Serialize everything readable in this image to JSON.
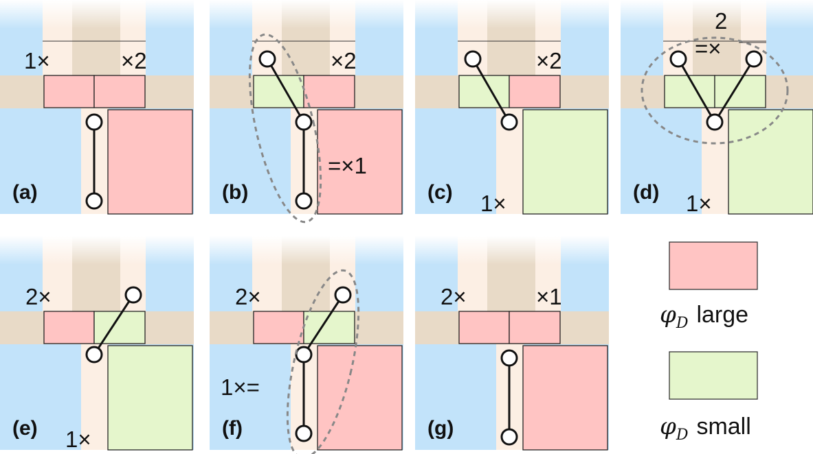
{
  "colors": {
    "blue_region": "#c2e3fa",
    "tan_band": "#e8dac7",
    "pale_column": "#fcefe4",
    "large_fill": "#ffc4c3",
    "small_fill": "#e5f6cc",
    "outline": "#222222",
    "dashed_ellipse": "#888888"
  },
  "panels": [
    {
      "label": "(a)",
      "cells": [
        "large",
        "large"
      ],
      "big_block": "large",
      "links": "vertical",
      "ellipse": null,
      "marks": {
        "top_left": "1×",
        "top_right": "×2",
        "bottom": "",
        "side": "",
        "top_center": ""
      }
    },
    {
      "label": "(b)",
      "cells": [
        "small",
        "large"
      ],
      "big_block": "large",
      "links": "left-plus-vertical",
      "ellipse": "left",
      "marks": {
        "top_left": "",
        "top_right": "×2",
        "bottom": "",
        "side": "=×1",
        "top_center": ""
      }
    },
    {
      "label": "(c)",
      "cells": [
        "small",
        "large"
      ],
      "big_block": "small",
      "links": "left-only",
      "ellipse": null,
      "marks": {
        "top_left": "",
        "top_right": "×2",
        "bottom": "1×",
        "side": "",
        "top_center": ""
      }
    },
    {
      "label": "(d)",
      "cells": [
        "small",
        "small"
      ],
      "big_block": "small",
      "links": "both",
      "ellipse": "top",
      "marks": {
        "top_left": "",
        "top_right": "",
        "bottom": "1×",
        "side": "",
        "top_center": "2\n=×"
      }
    },
    {
      "label": "(e)",
      "cells": [
        "large",
        "small"
      ],
      "big_block": "small",
      "links": "right-only",
      "ellipse": null,
      "marks": {
        "top_left": "2×",
        "top_right": "",
        "bottom": "1×",
        "side": "",
        "top_center": ""
      }
    },
    {
      "label": "(f)",
      "cells": [
        "large",
        "small"
      ],
      "big_block": "large",
      "links": "right-plus-vertical",
      "ellipse": "right",
      "marks": {
        "top_left": "2×",
        "top_right": "",
        "bottom": "",
        "side": "1×=",
        "top_center": ""
      }
    },
    {
      "label": "(g)",
      "cells": [
        "large",
        "large"
      ],
      "big_block": "large",
      "links": "vertical",
      "ellipse": null,
      "marks": {
        "top_left": "2×",
        "top_right": "×1",
        "bottom": "",
        "side": "",
        "top_center": ""
      }
    }
  ],
  "legend": [
    {
      "kind": "large",
      "symbol": "φ",
      "subscript": "D",
      "text": "large"
    },
    {
      "kind": "small",
      "symbol": "φ",
      "subscript": "D",
      "text": "small"
    }
  ]
}
